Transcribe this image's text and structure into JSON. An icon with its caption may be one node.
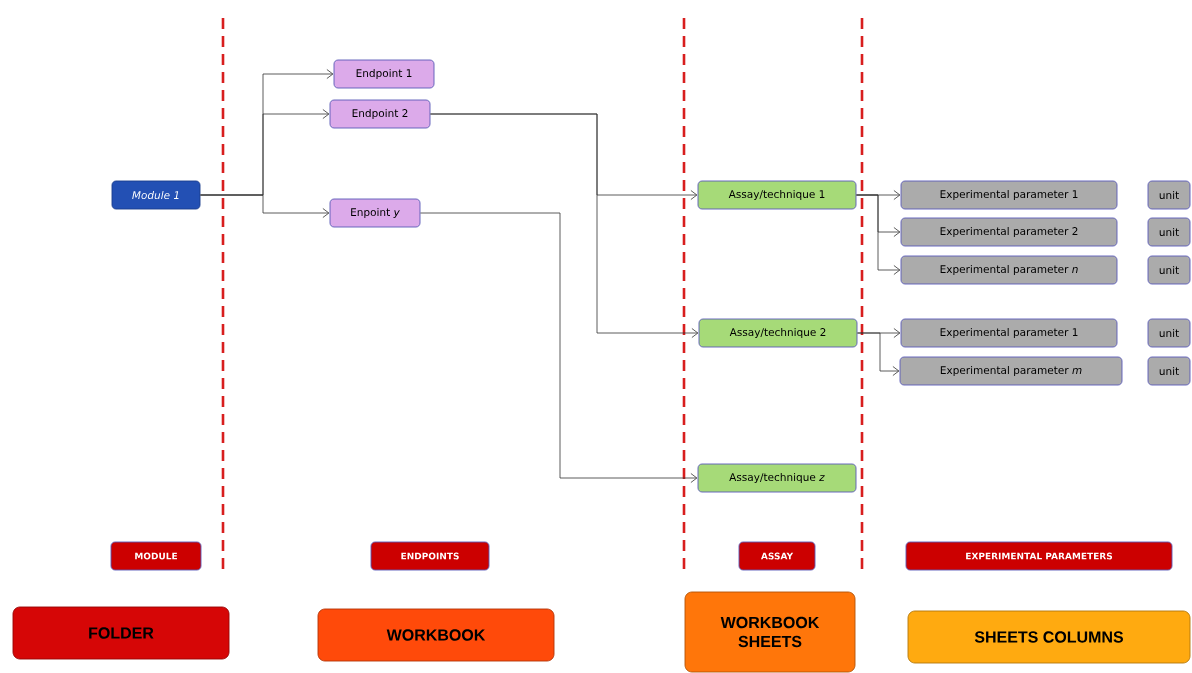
{
  "diagram": {
    "nodes": [
      {
        "text": [
          "Module 1"
        ]
      },
      {
        "text": [
          "Endpoint 1"
        ]
      },
      {
        "text": [
          "Endpoint 2"
        ]
      },
      {
        "text": [
          "Enpoint *y*"
        ]
      },
      {
        "text": [
          "Assay/technique 1"
        ]
      },
      {
        "text": [
          "Assay/technique 2"
        ]
      },
      {
        "text": [
          "Assay/technique *z*"
        ]
      },
      {
        "text": [
          "Experimental parameter 1"
        ]
      },
      {
        "text": [
          "Experimental parameter 2"
        ]
      },
      {
        "text": [
          "Experimental parameter *n*"
        ]
      },
      {
        "text": [
          "Experimental parameter 1"
        ]
      },
      {
        "text": [
          "Experimental parameter *m*"
        ]
      },
      {
        "text": [
          "unit"
        ]
      },
      {
        "text": [
          "unit"
        ]
      },
      {
        "text": [
          "unit"
        ]
      },
      {
        "text": [
          "unit"
        ]
      },
      {
        "text": [
          "unit"
        ]
      },
      {
        "text": [
          "MODULE"
        ]
      },
      {
        "text": [
          "ENDPOINTS"
        ]
      },
      {
        "text": [
          "ASSAY"
        ]
      },
      {
        "text": [
          "EXPERIMENTAL PARAMETERS"
        ]
      },
      {
        "text": [
          "FOLDER"
        ]
      },
      {
        "text": [
          "WORKBOOK"
        ]
      },
      {
        "text": [
          "WORKBOOK SHEETS"
        ]
      },
      {
        "text": [
          "SHEETS COLUMNS"
        ]
      }
    ],
    "edges": [
      {
        "from": 0,
        "to": 1,
        "arrow": "to"
      },
      {
        "from": 0,
        "to": 2,
        "arrow": "to"
      },
      {
        "from": 0,
        "to": 3,
        "arrow": "to"
      },
      {
        "from": 2,
        "to": 4,
        "arrow": "to"
      },
      {
        "from": 2,
        "to": 5,
        "arrow": "to"
      },
      {
        "from": 3,
        "to": 6,
        "arrow": "to"
      },
      {
        "from": 4,
        "to": 7,
        "arrow": "to"
      },
      {
        "from": 4,
        "to": 8,
        "arrow": "to"
      },
      {
        "from": 4,
        "to": 9,
        "arrow": "to"
      },
      {
        "from": 5,
        "to": 10,
        "arrow": "to"
      },
      {
        "from": 5,
        "to": 11,
        "arrow": "to"
      }
    ]
  }
}
